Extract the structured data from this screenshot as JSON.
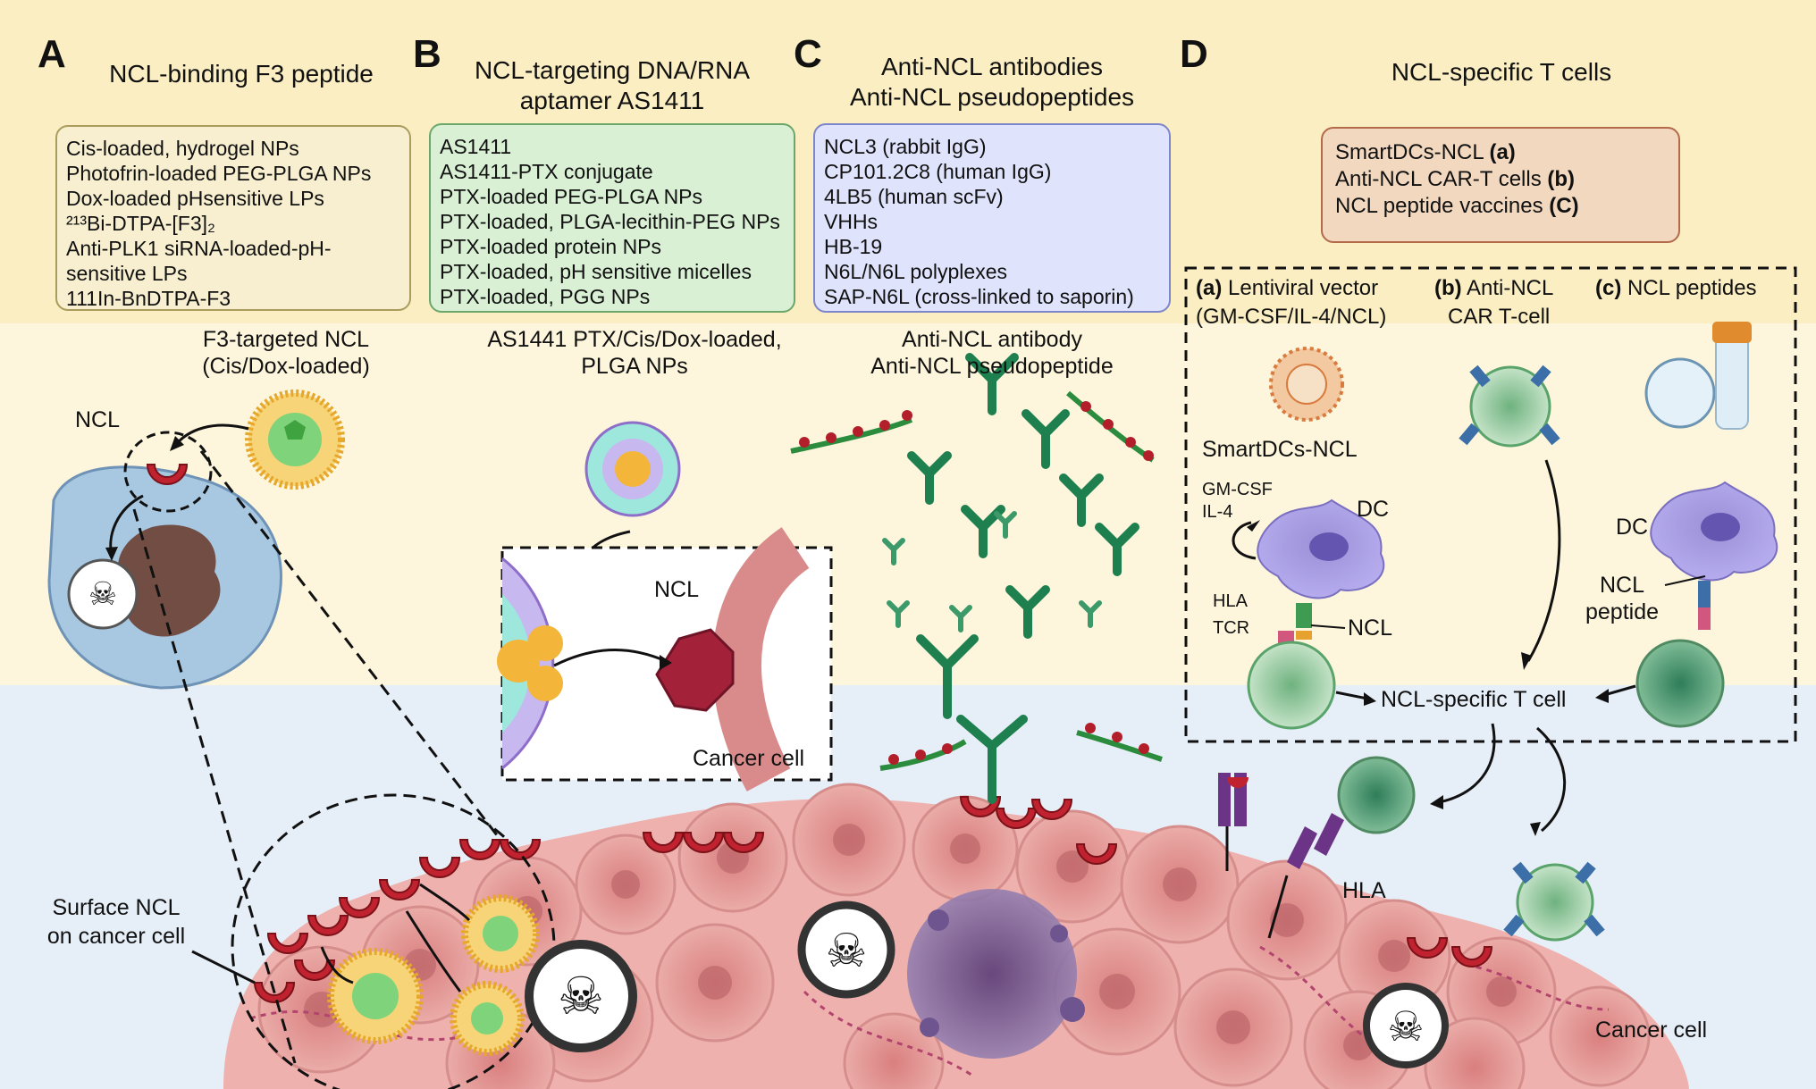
{
  "colors": {
    "top_band": "#fbeec3",
    "bottom_band": "#e6eef8",
    "panel_a_box_bg": "#f7efcf",
    "panel_a_box_border": "#a99c5c",
    "panel_b_box_bg": "#d9f0d5",
    "panel_b_box_border": "#6da66b",
    "panel_c_box_bg": "#dfe3fb",
    "panel_c_box_border": "#7d86c9",
    "panel_d_box_bg": "#f2d8bf",
    "panel_d_box_border": "#b26a4a",
    "ncl_red": "#c0232f",
    "antibody_green": "#1e7f4f",
    "cancer_pink": "#e8a2a2"
  },
  "panel_a": {
    "letter": "A",
    "title": "NCL-binding F3 peptide",
    "items": [
      "Cis-loaded, hydrogel NPs",
      "Photofrin-loaded PEG-PLGA NPs",
      "Dox-loaded pHsensitive LPs",
      "²¹³Bi-DTPA-[F3]₂",
      "Anti-PLK1 siRNA-loaded-pH-",
      "sensitive LPs",
      "111In-BnDTPA-F3"
    ],
    "np_label": "F3-targeted NCL\n(Cis/Dox-loaded)",
    "ncl_label": "NCL",
    "surface_label": "Surface NCL\non cancer cell"
  },
  "panel_b": {
    "letter": "B",
    "title": "NCL-targeting DNA/RNA\naptamer AS1411",
    "items": [
      "AS1411",
      "AS1411-PTX conjugate",
      "PTX-loaded PEG-PLGA NPs",
      "PTX-loaded, PLGA-lecithin-PEG NPs",
      "PTX-loaded protein NPs",
      "PTX-loaded, pH sensitive micelles",
      "PTX-loaded, PGG NPs"
    ],
    "np_label": "AS1441 PTX/Cis/Dox-loaded,\nPLGA NPs",
    "ncl_label": "NCL",
    "cancer_label": "Cancer cell"
  },
  "panel_c": {
    "letter": "C",
    "title": "Anti-NCL antibodies\nAnti-NCL pseudopeptides",
    "items": [
      "NCL3 (rabbit IgG)",
      "CP101.2C8 (human IgG)",
      "4LB5 (human scFv)",
      "VHHs",
      "HB-19",
      "N6L/N6L polyplexes",
      "SAP-N6L (cross-linked to saporin)"
    ],
    "agent_label": "Anti-NCL antibody\nAnti-NCL pseudopeptide"
  },
  "panel_d": {
    "letter": "D",
    "title": "NCL-specific T cells",
    "box_items": [
      {
        "text": "SmartDCs-NCL ",
        "tag": "(a)"
      },
      {
        "text": "Anti-NCL CAR-T cells ",
        "tag": "(b)"
      },
      {
        "text": "NCL peptide vaccines ",
        "tag": "(C)"
      }
    ],
    "sub_a_tag": "(a)",
    "sub_a_title": "Lentiviral vector",
    "sub_a_sub": "(GM-CSF/IL-4/NCL)",
    "sub_b_tag": "(b)",
    "sub_b_title": "Anti-NCL",
    "sub_b_sub": "CAR T-cell",
    "sub_c_tag": "(c)",
    "sub_c_title": "NCL peptides",
    "smartdc_label": "SmartDCs-NCL",
    "gmcsf_label": "GM-CSF",
    "il4_label": "IL-4",
    "dc_label": "DC",
    "hla_label": "HLA",
    "tcr_label": "TCR",
    "ncl_label": "NCL",
    "dc2_label": "DC",
    "ncl_peptide_label": "NCL\npeptide",
    "tcell_label": "NCL-specific T cell",
    "hla_bottom_label": "HLA",
    "cancer_label": "Cancer cell"
  }
}
